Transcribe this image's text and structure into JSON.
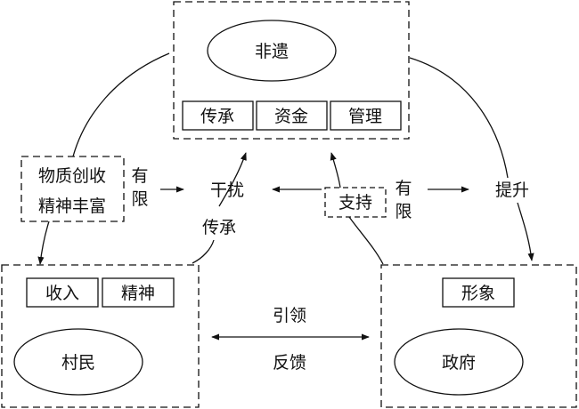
{
  "nodes": {
    "heritage": {
      "title": "非遗",
      "tags": [
        "传承",
        "资金",
        "管理"
      ]
    },
    "villagers": {
      "title": "村民",
      "tags": [
        "收入",
        "精神"
      ]
    },
    "government": {
      "title": "政府",
      "tags": [
        "形象"
      ]
    }
  },
  "left_box": {
    "line1": "物质创收",
    "line2": "精神丰富"
  },
  "limited_left": {
    "c1": "有",
    "c2": "限"
  },
  "limited_right": {
    "c1": "有",
    "c2": "限"
  },
  "support_box": {
    "label": "支持"
  },
  "labels": {
    "interfere": "干扰",
    "inherit": "传承",
    "enhance": "提升",
    "lead": "引领",
    "feedback": "反馈"
  }
}
